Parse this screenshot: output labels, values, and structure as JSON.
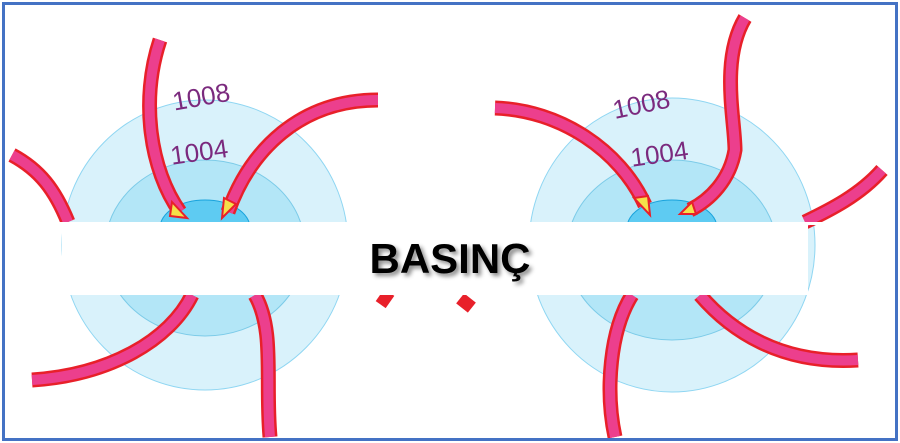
{
  "title": "BASINÇ",
  "diagrams": [
    {
      "name": "left-low-pressure",
      "isobars": [
        "1008",
        "1004"
      ]
    },
    {
      "name": "right-low-pressure",
      "isobars": [
        "1008",
        "1004"
      ]
    }
  ],
  "colors": {
    "border": "#4472c4",
    "arrow": "#e8177f",
    "arrow_outline": "#e8202a",
    "isobar_text": "#7b2a7e",
    "outer": "#d9f2fb",
    "middle": "#b3e6f7",
    "inner": "#5ecbf2"
  }
}
